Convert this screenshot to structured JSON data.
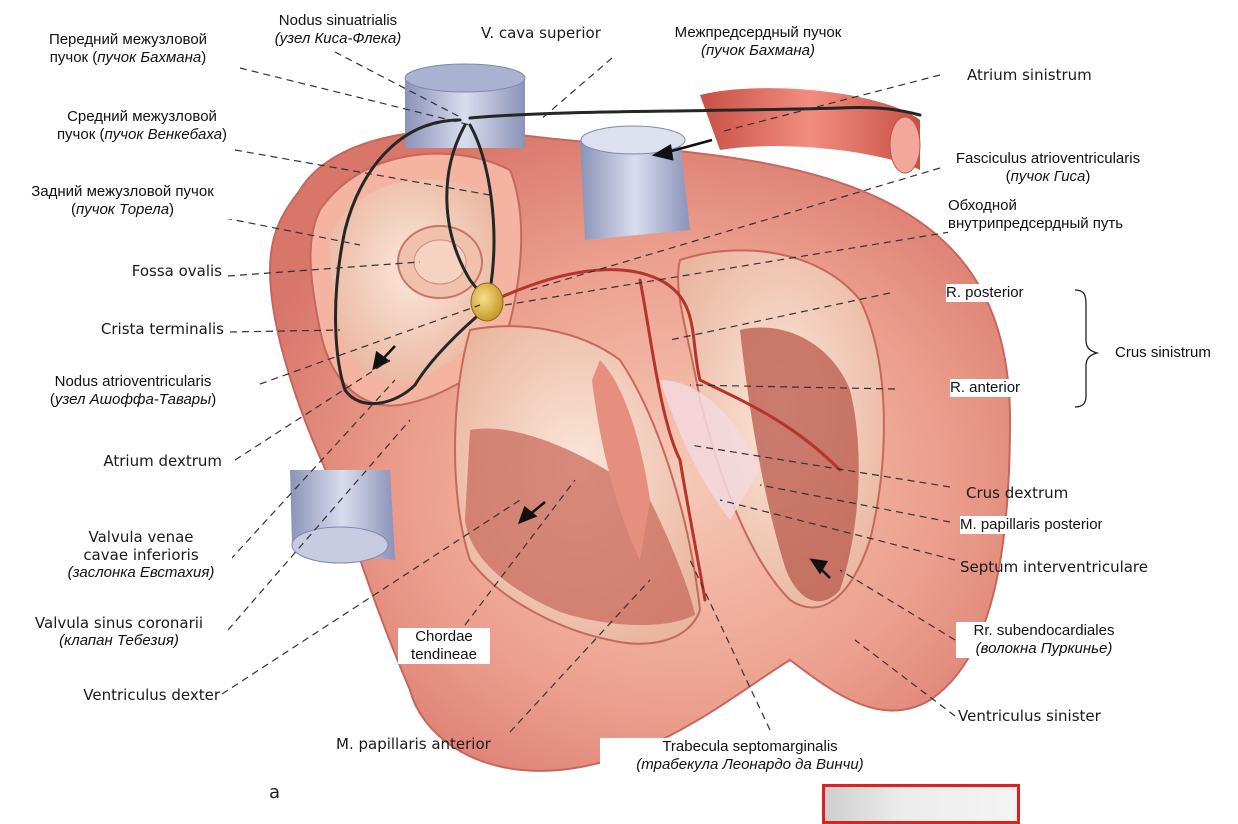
{
  "labels": {
    "anterior_bundle_1": "Передний межузловой",
    "anterior_bundle_2_a": "пучок (",
    "anterior_bundle_2_b": "пучок Бахмана",
    "anterior_bundle_2_c": ")",
    "sinus_node_1": "Nodus sinuatrialis",
    "sinus_node_2": "(узел Киса-Флека)",
    "v_cava_superior": "V. cava superior",
    "interatrial_1": "Межпредсердный пучок",
    "interatrial_2": "(пучок Бахмана)",
    "atrium_sinistrum": "Atrium sinistrum",
    "middle_bundle_1": "Средний межузловой",
    "middle_bundle_2_a": "пучок (",
    "middle_bundle_2_b": "пучок Венкебаха",
    "middle_bundle_2_c": ")",
    "his_1": "Fasciculus atrioventricularis",
    "his_2_a": "(",
    "his_2_b": "пучок Гиса",
    "his_2_c": ")",
    "posterior_bundle_1": "Задний межузловой пучок",
    "posterior_bundle_2_a": "(",
    "posterior_bundle_2_b": "пучок Торела",
    "posterior_bundle_2_c": ")",
    "bypass_1": "Обходной",
    "bypass_2": "внутрипредсердный путь",
    "fossa_ovalis": "Fossa ovalis",
    "r_posterior": "R. posterior",
    "crista_terminalis": "Crista terminalis",
    "crus_sinistrum": "Crus sinistrum",
    "av_node_1": "Nodus atrioventricularis",
    "av_node_2_a": "(",
    "av_node_2_b": "узел Ашоффа-Тавары",
    "av_node_2_c": ")",
    "r_anterior": "R. anterior",
    "atrium_dextrum": "Atrium dextrum",
    "crus_dextrum": "Crus dextrum",
    "valvula_vcava_1": "Valvula venae",
    "valvula_vcava_2": "cavae inferioris",
    "valvula_vcava_3": "(заслонка Евстахия)",
    "m_pap_posterior": "M. papillaris posterior",
    "septum": "Septum interventriculare",
    "valvula_sinus_1": "Valvula sinus coronarii",
    "valvula_sinus_2": "(клапан Тебезия)",
    "chordae_1": "Chordae",
    "chordae_2": "tendineae",
    "rr_subendo_1": "Rr. subendocardiales",
    "rr_subendo_2": "(волокна Пуркинье)",
    "ventriculus_dexter": "Ventriculus dexter",
    "ventriculus_sinister": "Ventriculus sinister",
    "m_pap_anterior": "M. papillaris anterior",
    "trabecula_1": "Trabecula septomarginalis",
    "trabecula_2": "(трабекула Леонардо да Винчи)",
    "figure_letter": "а"
  },
  "colors": {
    "myocardium": "#e58a7c",
    "myocardium_light": "#f2b6a8",
    "endocardium": "#f6d6c6",
    "vessel_blue": "#b8bfd8",
    "vessel_red": "#e46a5a",
    "conduction_line": "#2b2b2b",
    "leader_line": "#333333",
    "inset_border": "#e0201c"
  }
}
